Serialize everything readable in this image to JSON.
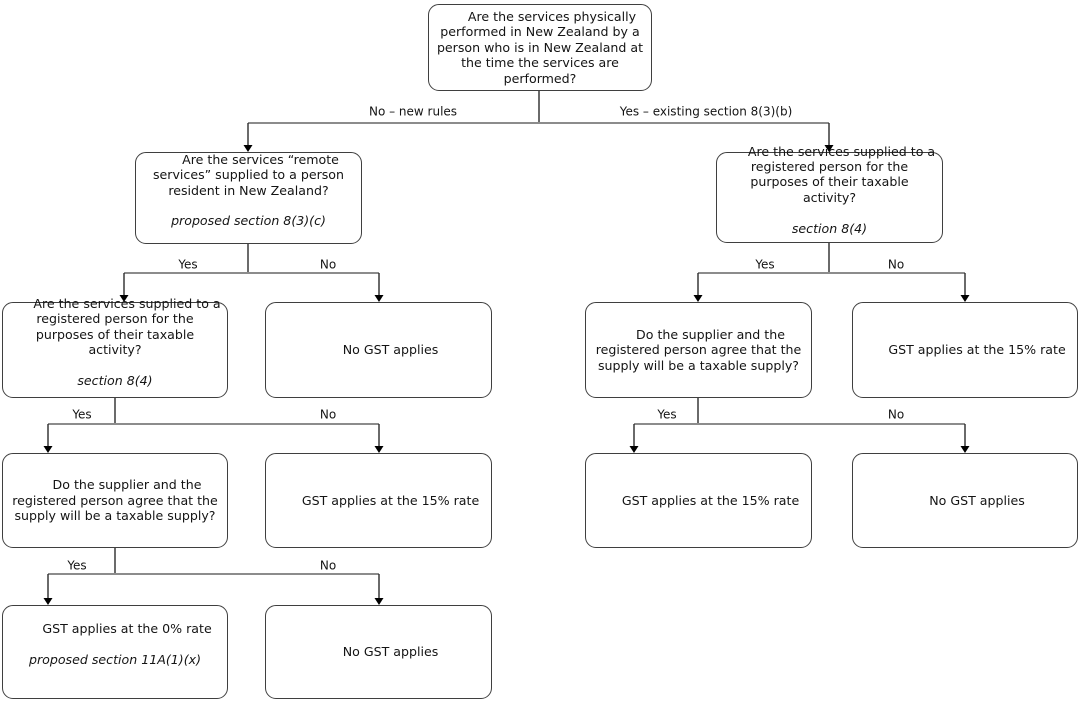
{
  "flowchart": {
    "nodes": {
      "root": {
        "text": "Are the services physically\nperformed in New Zealand by a\nperson who is in New Zealand at\nthe time the services are\nperformed?"
      },
      "remote_services_q": {
        "text": "Are the services “remote\nservices” supplied to a person\nresident in New Zealand?",
        "ref": "proposed section 8(3)(c)"
      },
      "registered_person_q_right": {
        "text": "Are the services supplied to a\nregistered person for the\npurposes of their taxable\nactivity?",
        "ref": "section 8(4)"
      },
      "registered_person_q_left": {
        "text": "Are the services supplied to a\nregistered person for the\npurposes of their taxable\nactivity?",
        "ref": "section 8(4)"
      },
      "no_gst_left_mid": {
        "text": "No GST applies"
      },
      "taxable_supply_q_left": {
        "text": "Do the supplier and the\nregistered person agree that the\nsupply will be a taxable supply?"
      },
      "gst_15_left": {
        "text": "GST applies at the 15% rate"
      },
      "gst_0_result": {
        "text": "GST applies at the 0% rate",
        "ref": "proposed section 11A(1)(x)"
      },
      "no_gst_left_bottom": {
        "text": "No GST applies"
      },
      "taxable_supply_q_right": {
        "text": "Do the supplier and the\nregistered person agree that the\nsupply will be a taxable supply?"
      },
      "gst_15_right_no": {
        "text": "GST applies at the 15% rate"
      },
      "gst_15_right_yes": {
        "text": "GST applies at the 15% rate"
      },
      "no_gst_right": {
        "text": "No GST applies"
      }
    },
    "edge_labels": {
      "root_no": "No – new rules",
      "root_yes": "Yes – existing section 8(3)(b)",
      "yes": "Yes",
      "no": "No"
    }
  }
}
